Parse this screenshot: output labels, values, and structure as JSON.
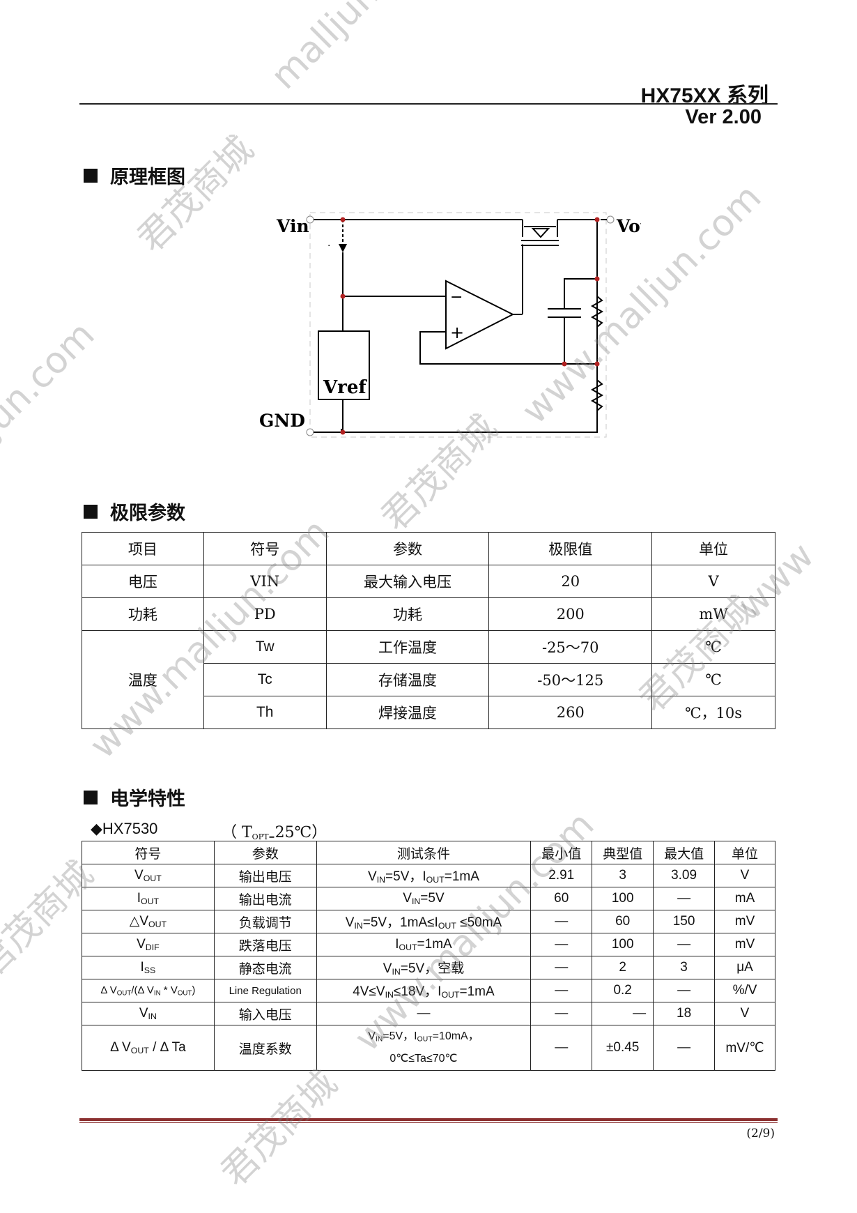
{
  "header": {
    "title": "HX75XX 系列",
    "version": "Ver 2.00"
  },
  "sections": {
    "block_diagram": "原理框图",
    "abs_max": "极限参数",
    "electrical": "电学特性"
  },
  "diagram": {
    "vin": "Vin",
    "vout": "Vout",
    "gnd": "GND",
    "vref": "Vref",
    "minus": "−",
    "plus": "+",
    "wire_color": "#000000",
    "node_color": "#b22222"
  },
  "abs_table": {
    "headers": [
      "项目",
      "符号",
      "参数",
      "极限值",
      "单位"
    ],
    "rows": [
      [
        "电压",
        "VIN",
        "最大输入电压",
        "20",
        "V"
      ],
      [
        "功耗",
        "PD",
        "功耗",
        "200",
        "mW"
      ],
      [
        "温度",
        "Tw",
        "工作温度",
        "-25～70",
        "℃"
      ],
      [
        "",
        "Tc",
        "存储温度",
        "-50～125",
        "℃"
      ],
      [
        "",
        "Th",
        "焊接温度",
        "260",
        "℃，10s"
      ]
    ]
  },
  "elec": {
    "model": "◆HX7530",
    "condition_pre": "（ T",
    "condition_sub": "OPT=",
    "condition_post": "25℃）",
    "headers": [
      "符号",
      "参数",
      "测试条件",
      "最小值",
      "典型值",
      "最大值",
      "单位"
    ],
    "rows": [
      [
        "输出电压",
        "2.91",
        "3",
        "3.09",
        "V"
      ],
      [
        "输出电流",
        "60",
        "100",
        "—",
        "mA"
      ],
      [
        "负载调节",
        "—",
        "60",
        "150",
        "mV"
      ],
      [
        "跌落电压",
        "—",
        "100",
        "—",
        "mV"
      ],
      [
        "静态电流",
        "—",
        "2",
        "3",
        "μA"
      ],
      [
        "Line Regulation",
        "—",
        "0.2",
        "—",
        "%/V"
      ],
      [
        "输入电压",
        "—",
        "—",
        "18",
        "V"
      ],
      [
        "温度系数",
        "—",
        "±0.45",
        "—",
        "mV/℃"
      ]
    ],
    "sym": {
      "V": "V",
      "I": "I",
      "OUT": "OUT",
      "IN": "IN",
      "DIF": "DIF",
      "SS": "SS",
      "delta": "△",
      "d2": "Δ",
      "ta": "Ta",
      "slash": "/",
      "star": "*",
      "lp": "/(",
      "rp": ")"
    },
    "cond": {
      "c1a": "=5V，I",
      "c1b": "=1mA",
      "c2": "=5V",
      "c3a": "=5V，1mA≤I",
      "c3b": " ≤50mA",
      "c4": "=1mA",
      "c5": "=5V，空载",
      "c6a": "4V≤V",
      "c6b": "≤18V，I",
      "c6c": "=1mA",
      "c7": "—",
      "c8a": "=5V，I",
      "c8b": "=10mA，",
      "c8c": "0℃≤Ta≤70℃"
    }
  },
  "watermarks": {
    "site": "www.malljun.com",
    "brand": "君茂商城",
    "frag1": "malljun",
    "frag2": "lljun.com",
    "frag3": "www"
  },
  "footer": {
    "page": "(2/9)"
  }
}
